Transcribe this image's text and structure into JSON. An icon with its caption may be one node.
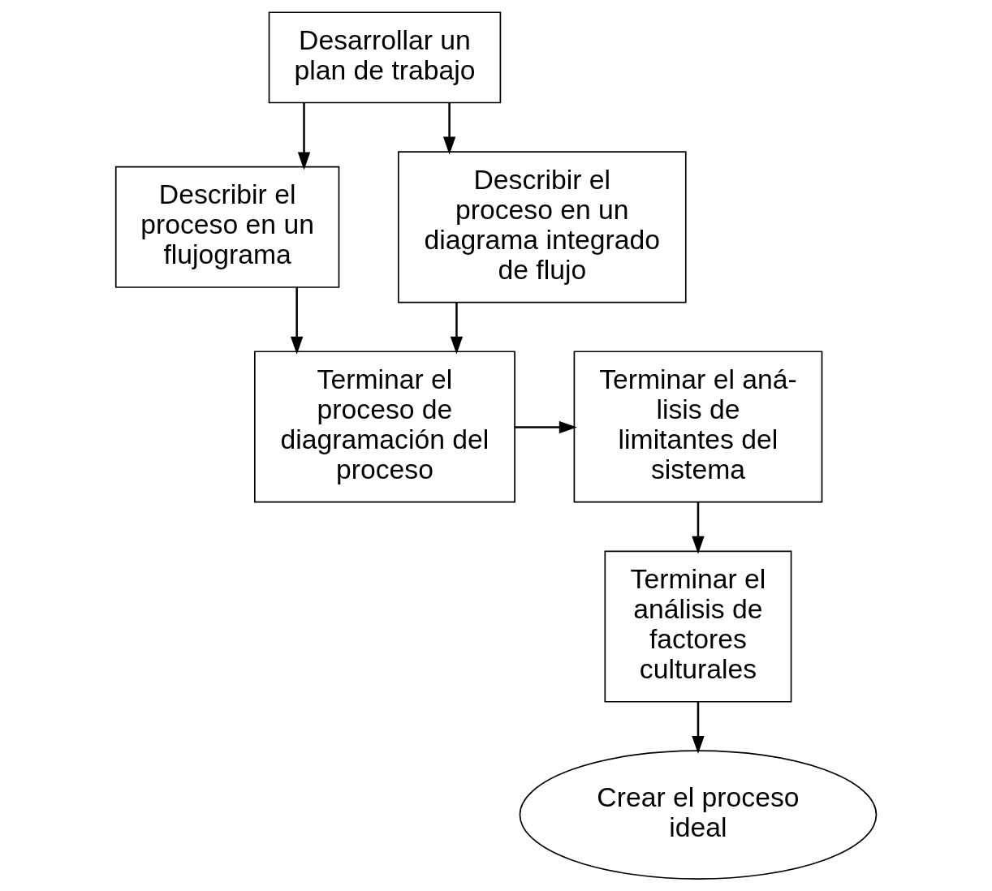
{
  "diagram": {
    "nodes": [
      {
        "text": [
          "Desarrollar un plan de trabajo"
        ]
      },
      {
        "text": [
          "Describir el proceso en un flujograma"
        ]
      },
      {
        "text": [
          "Describir el proceso en un diagrama integrado de flujo"
        ]
      },
      {
        "text": [
          "Terminar el proceso de diagramación del proceso"
        ]
      },
      {
        "text": [
          "Terminar el aná- lisis de limitantes del sistema"
        ]
      },
      {
        "text": [
          "Terminar el análisis de factores culturales"
        ]
      },
      {
        "text": [
          "Crear el proceso ideal"
        ]
      }
    ],
    "edges": [
      {
        "from": 0,
        "to": 1,
        "arrow": "to"
      },
      {
        "from": 0,
        "to": 2,
        "arrow": "to"
      },
      {
        "from": 1,
        "to": 3,
        "arrow": "to"
      },
      {
        "from": 2,
        "to": 3,
        "arrow": "to"
      },
      {
        "from": 3,
        "to": 4,
        "arrow": "to"
      },
      {
        "from": 4,
        "to": 5,
        "arrow": "to"
      },
      {
        "from": 5,
        "to": 6,
        "arrow": "to"
      }
    ]
  }
}
